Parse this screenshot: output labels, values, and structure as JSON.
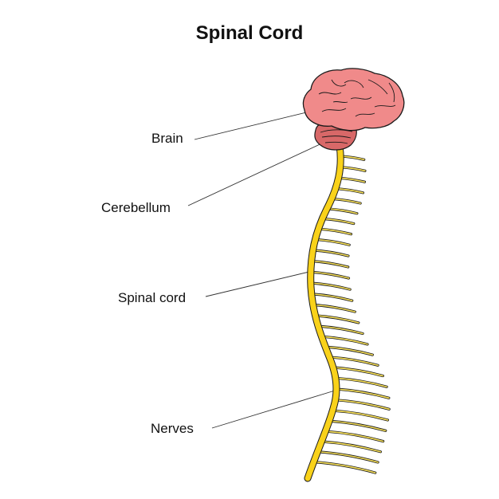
{
  "title": "Spinal Cord",
  "labels": {
    "brain": "Brain",
    "cerebellum": "Cerebellum",
    "spinal_cord": "Spinal cord",
    "nerves": "Nerves"
  },
  "colors": {
    "brain": "#f08a8a",
    "cerebellum": "#d86868",
    "spinal_cord": "#f9d21a",
    "nerves": "#fbe35a",
    "outline": "#1a1a1a",
    "leader_line": "#333333"
  }
}
